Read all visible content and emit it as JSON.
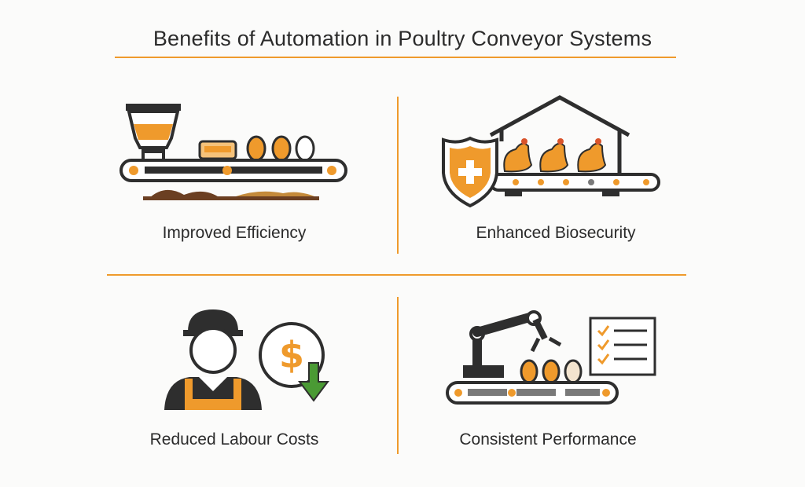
{
  "title": "Benefits of Automation in Poultry Conveyor Systems",
  "colors": {
    "accent": "#ef9a2c",
    "dark": "#2e2e2e",
    "green": "#4a9a34",
    "soil": "#6b3f22"
  },
  "benefits": [
    {
      "label": "Improved Efficiency",
      "icon": "conveyor-feeder-eggs-icon"
    },
    {
      "label": "Enhanced Biosecurity",
      "icon": "shield-chicken-house-icon"
    },
    {
      "label": "Reduced Labour Costs",
      "icon": "worker-dollar-down-icon"
    },
    {
      "label": "Consistent Performance",
      "icon": "robot-arm-checklist-icon"
    }
  ]
}
